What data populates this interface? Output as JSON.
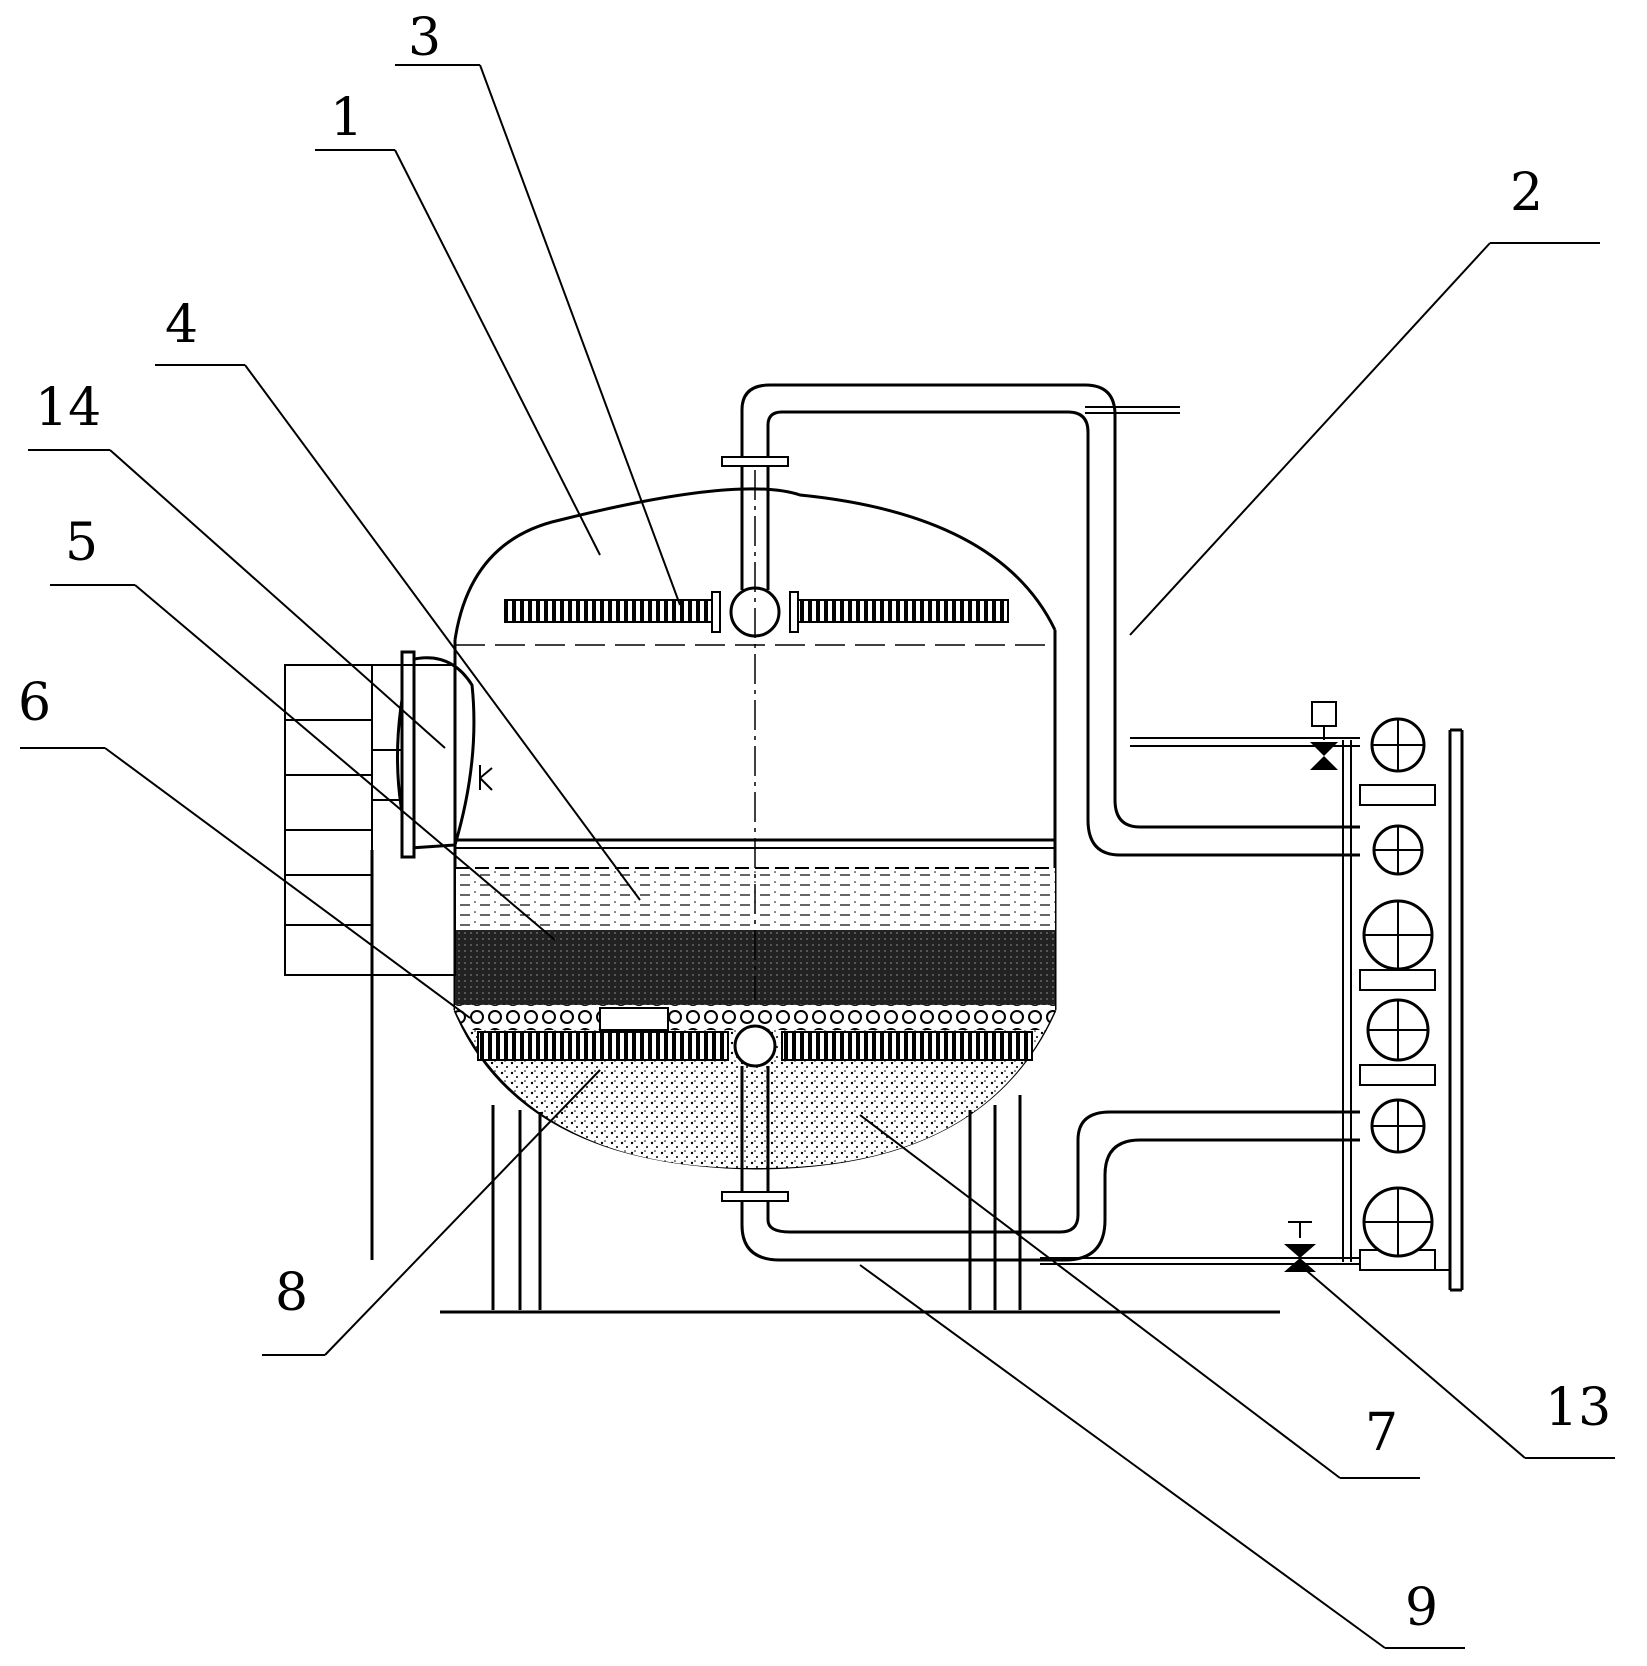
{
  "callouts": [
    {
      "id": "1",
      "label": "1"
    },
    {
      "id": "2",
      "label": "2"
    },
    {
      "id": "3",
      "label": "3"
    },
    {
      "id": "4",
      "label": "4"
    },
    {
      "id": "5",
      "label": "5"
    },
    {
      "id": "6",
      "label": "6"
    },
    {
      "id": "7",
      "label": "7"
    },
    {
      "id": "8",
      "label": "8"
    },
    {
      "id": "9",
      "label": "9"
    },
    {
      "id": "13",
      "label": "13"
    },
    {
      "id": "14",
      "label": "14"
    }
  ],
  "colors": {
    "line": "#000000",
    "background": "#ffffff",
    "filter_dense": "#1a1a1a"
  }
}
